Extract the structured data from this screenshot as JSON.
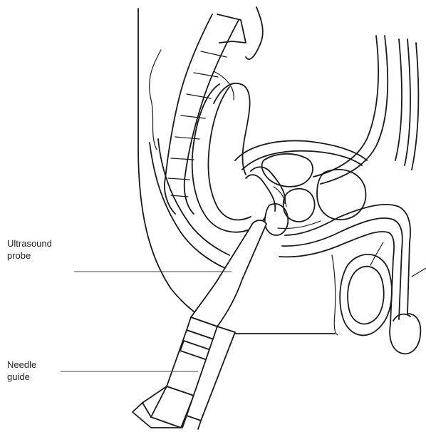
{
  "labels": {
    "probe_line1": "Ultrasound",
    "probe_line2": "probe",
    "guide_line1": "Needle",
    "guide_line2": "guide"
  },
  "colors": {
    "ink": "#1a1a1a",
    "background": "#ffffff"
  }
}
